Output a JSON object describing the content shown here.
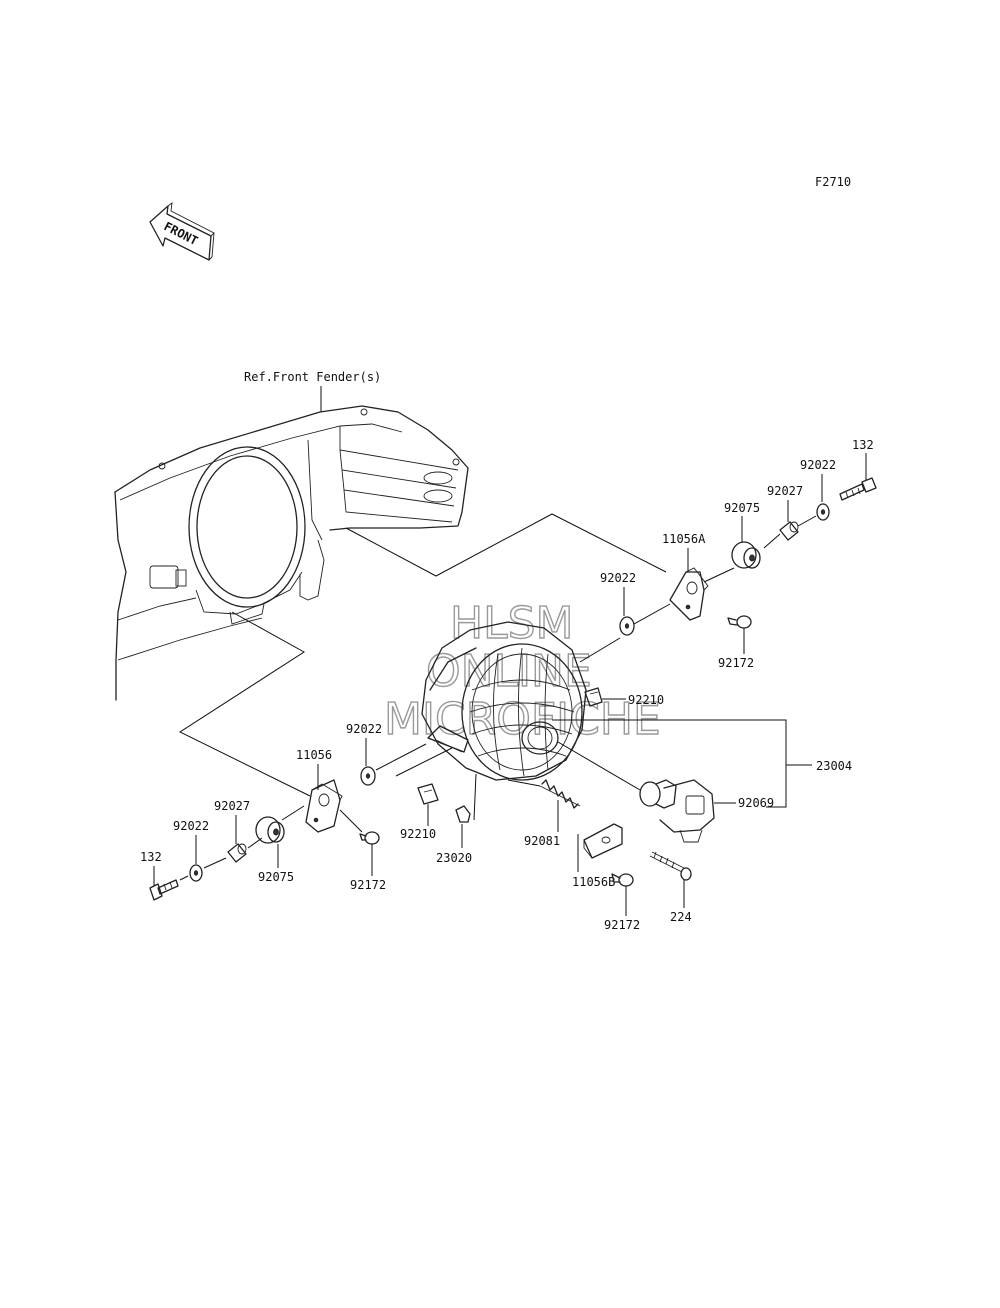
{
  "figure_code": "F2710",
  "front_arrow_label": "FRONT",
  "reference_label": "Ref.Front Fender(s)",
  "watermark": [
    "HLSM",
    "ONLINE",
    "MICROFICHE"
  ],
  "part_labels": {
    "bolt_132_right": "132",
    "washer_92022_right": "92022",
    "collar_92027_right": "92027",
    "damper_92075_right": "92075",
    "bracket_11056A": "11056A",
    "washer_92022_mid": "92022",
    "screw_92172_right": "92172",
    "clip_92210_right": "92210",
    "headlight_assy_23004": "23004",
    "bulb_92069": "92069",
    "washer_92022_left_upper": "92022",
    "bracket_11056": "11056",
    "collar_92027_left": "92027",
    "washer_92022_left": "92022",
    "bolt_132_left": "132",
    "damper_92075_left": "92075",
    "screw_92172_left": "92172",
    "clip_92210_left": "92210",
    "nut_23020": "23020",
    "spring_92081": "92081",
    "bracket_11056B": "11056B",
    "screw_92172_bottom": "92172",
    "screw_224": "224"
  }
}
